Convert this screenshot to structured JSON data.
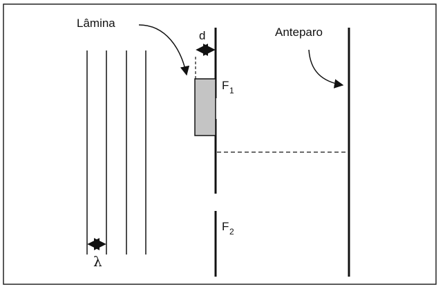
{
  "labels": {
    "lamina": "Lâmina",
    "d": "d",
    "anteparo": "Anteparo",
    "f1_letter": "F",
    "f1_index": "1",
    "f2_letter": "F",
    "f2_index": "2",
    "lambda": "λ"
  },
  "colors": {
    "line": "#111111",
    "lamina_fill": "#c4c4c4",
    "frame": "#222222"
  }
}
